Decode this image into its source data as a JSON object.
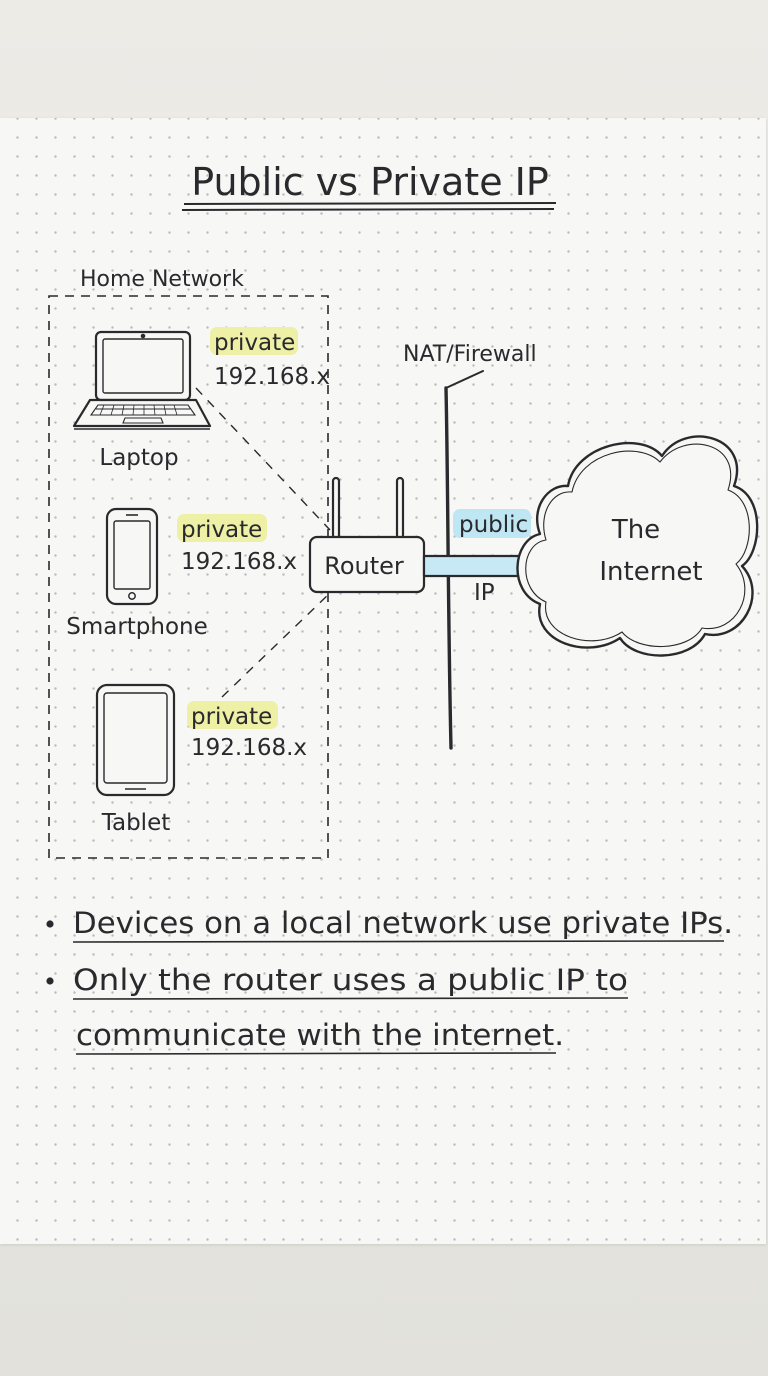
{
  "title": "Public vs Private IP",
  "home_network": {
    "label": "Home Network",
    "devices": [
      {
        "name": "Laptop",
        "tag": "private",
        "ip": "192.168.x"
      },
      {
        "name": "Smartphone",
        "tag": "private",
        "ip": "192.168.x"
      },
      {
        "name": "Tablet",
        "tag": "private",
        "ip": "192.168.x"
      }
    ]
  },
  "router": {
    "label": "Router"
  },
  "firewall": {
    "label": "NAT/Firewall"
  },
  "public_link": {
    "tag": "public",
    "label": "IP"
  },
  "internet": {
    "line1": "The",
    "line2": "Internet"
  },
  "notes": [
    "Devices on a local network use private IPs.",
    "Only the router uses a public IP to",
    "communicate with the internet."
  ],
  "colors": {
    "ink": "#2a2a2e",
    "private_highlight": "#eef0a6",
    "public_highlight": "#bfe6f3",
    "arrow_fill": "#c7e9f5"
  }
}
